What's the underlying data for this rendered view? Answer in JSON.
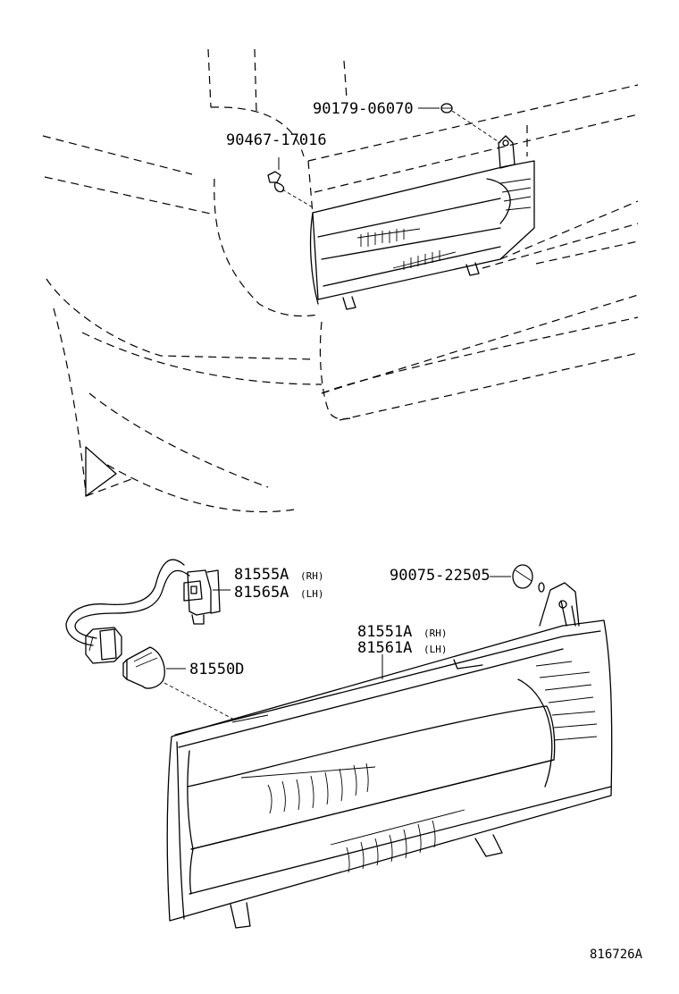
{
  "callouts": {
    "nut_top": "90179-06070",
    "clip": "90467-17016",
    "socket_rh": "81555A",
    "socket_rh_side": "(RH)",
    "socket_lh": "81565A",
    "socket_lh_side": "(LH)",
    "washer": "90075-22505",
    "lamp_rh": "81551A",
    "lamp_rh_side": "(RH)",
    "lamp_lh": "81561A",
    "lamp_lh_side": "(LH)",
    "bulb": "81550D"
  },
  "diagram_ref": "816726A"
}
